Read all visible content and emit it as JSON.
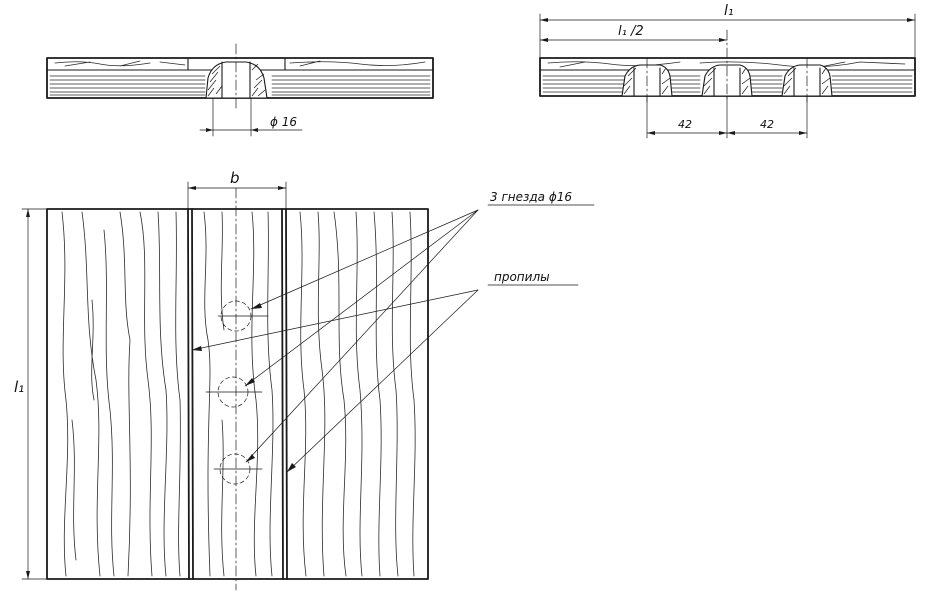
{
  "section_left": {
    "diameter_label": "ϕ 16"
  },
  "section_right": {
    "length_label": "l₁",
    "half_length_label": "l₁ /2",
    "spacing_left_label": "42",
    "spacing_right_label": "42"
  },
  "plan_view": {
    "width_label": "b",
    "height_label": "l₁",
    "holes_callout": "3 гнезда ϕ16",
    "cuts_callout": "пропилы"
  }
}
